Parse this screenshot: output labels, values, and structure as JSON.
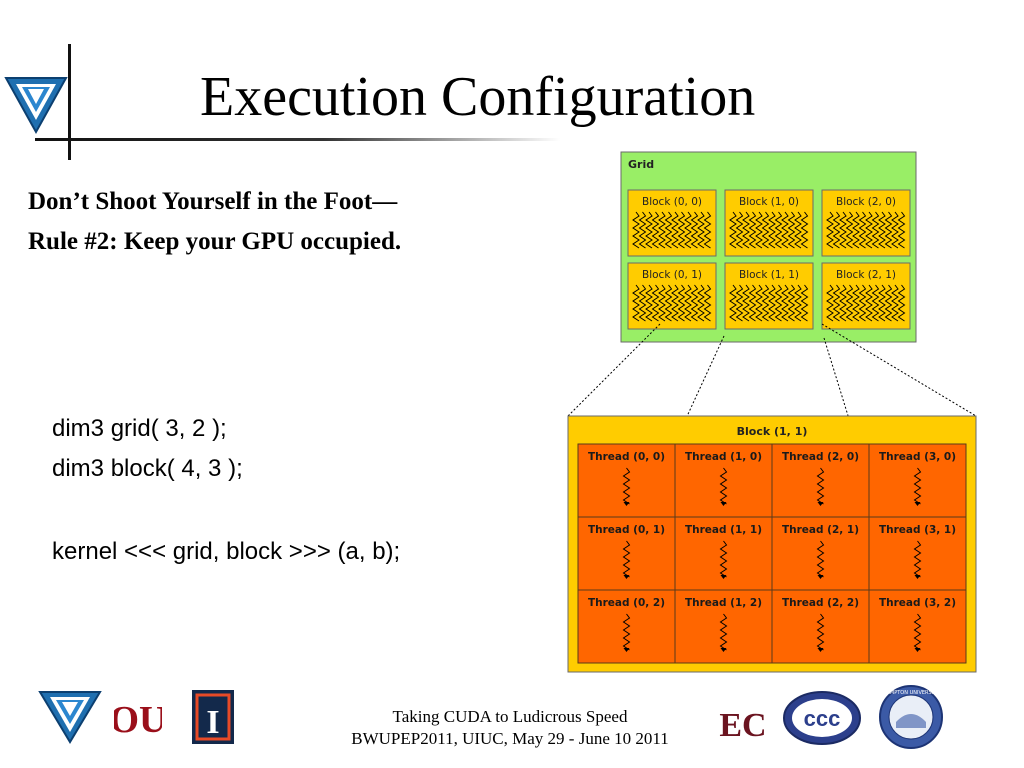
{
  "slide": {
    "title": "Execution Configuration",
    "subtitle_line1": "Don’t Shoot Yourself in the Foot—",
    "subtitle_line2": "Rule #2: Keep your GPU occupied."
  },
  "code": {
    "line1": "dim3 grid( 3, 2 );",
    "line2": "dim3 block( 4, 3 );",
    "line3": "kernel <<< grid, block >>> (a, b);"
  },
  "diagram": {
    "grid_label": "Grid",
    "blocks": [
      "Block (0, 0)",
      "Block (1, 0)",
      "Block (2, 0)",
      "Block (0, 1)",
      "Block (1, 1)",
      "Block (2, 1)"
    ],
    "block_detail_label": "Block (1, 1)",
    "threads": [
      "Thread (0, 0)",
      "Thread (1, 0)",
      "Thread (2, 0)",
      "Thread (3, 0)",
      "Thread (0, 1)",
      "Thread (1, 1)",
      "Thread (2, 1)",
      "Thread (3, 1)",
      "Thread (0, 2)",
      "Thread (1, 2)",
      "Thread (2, 2)",
      "Thread (3, 2)"
    ],
    "colors": {
      "grid_bg": "#99ee66",
      "block_bg": "#ffcc00",
      "thread_bg": "#ff6600"
    }
  },
  "footer": {
    "line1": "Taking CUDA to Ludicrous Speed",
    "line2": "BWUPEP2011, UIUC, May 29 - June 10 2011",
    "logos": [
      "oscer-logo",
      "ou-logo",
      "illinois-logo",
      "ec-logo",
      "ccc-logo",
      "hampton-university-seal"
    ],
    "logo_text": {
      "ou": "OU",
      "illinois": "I",
      "ec": "EC",
      "ccc": "ccc",
      "hampton": "HAMPTON UNIVERSITY"
    }
  }
}
